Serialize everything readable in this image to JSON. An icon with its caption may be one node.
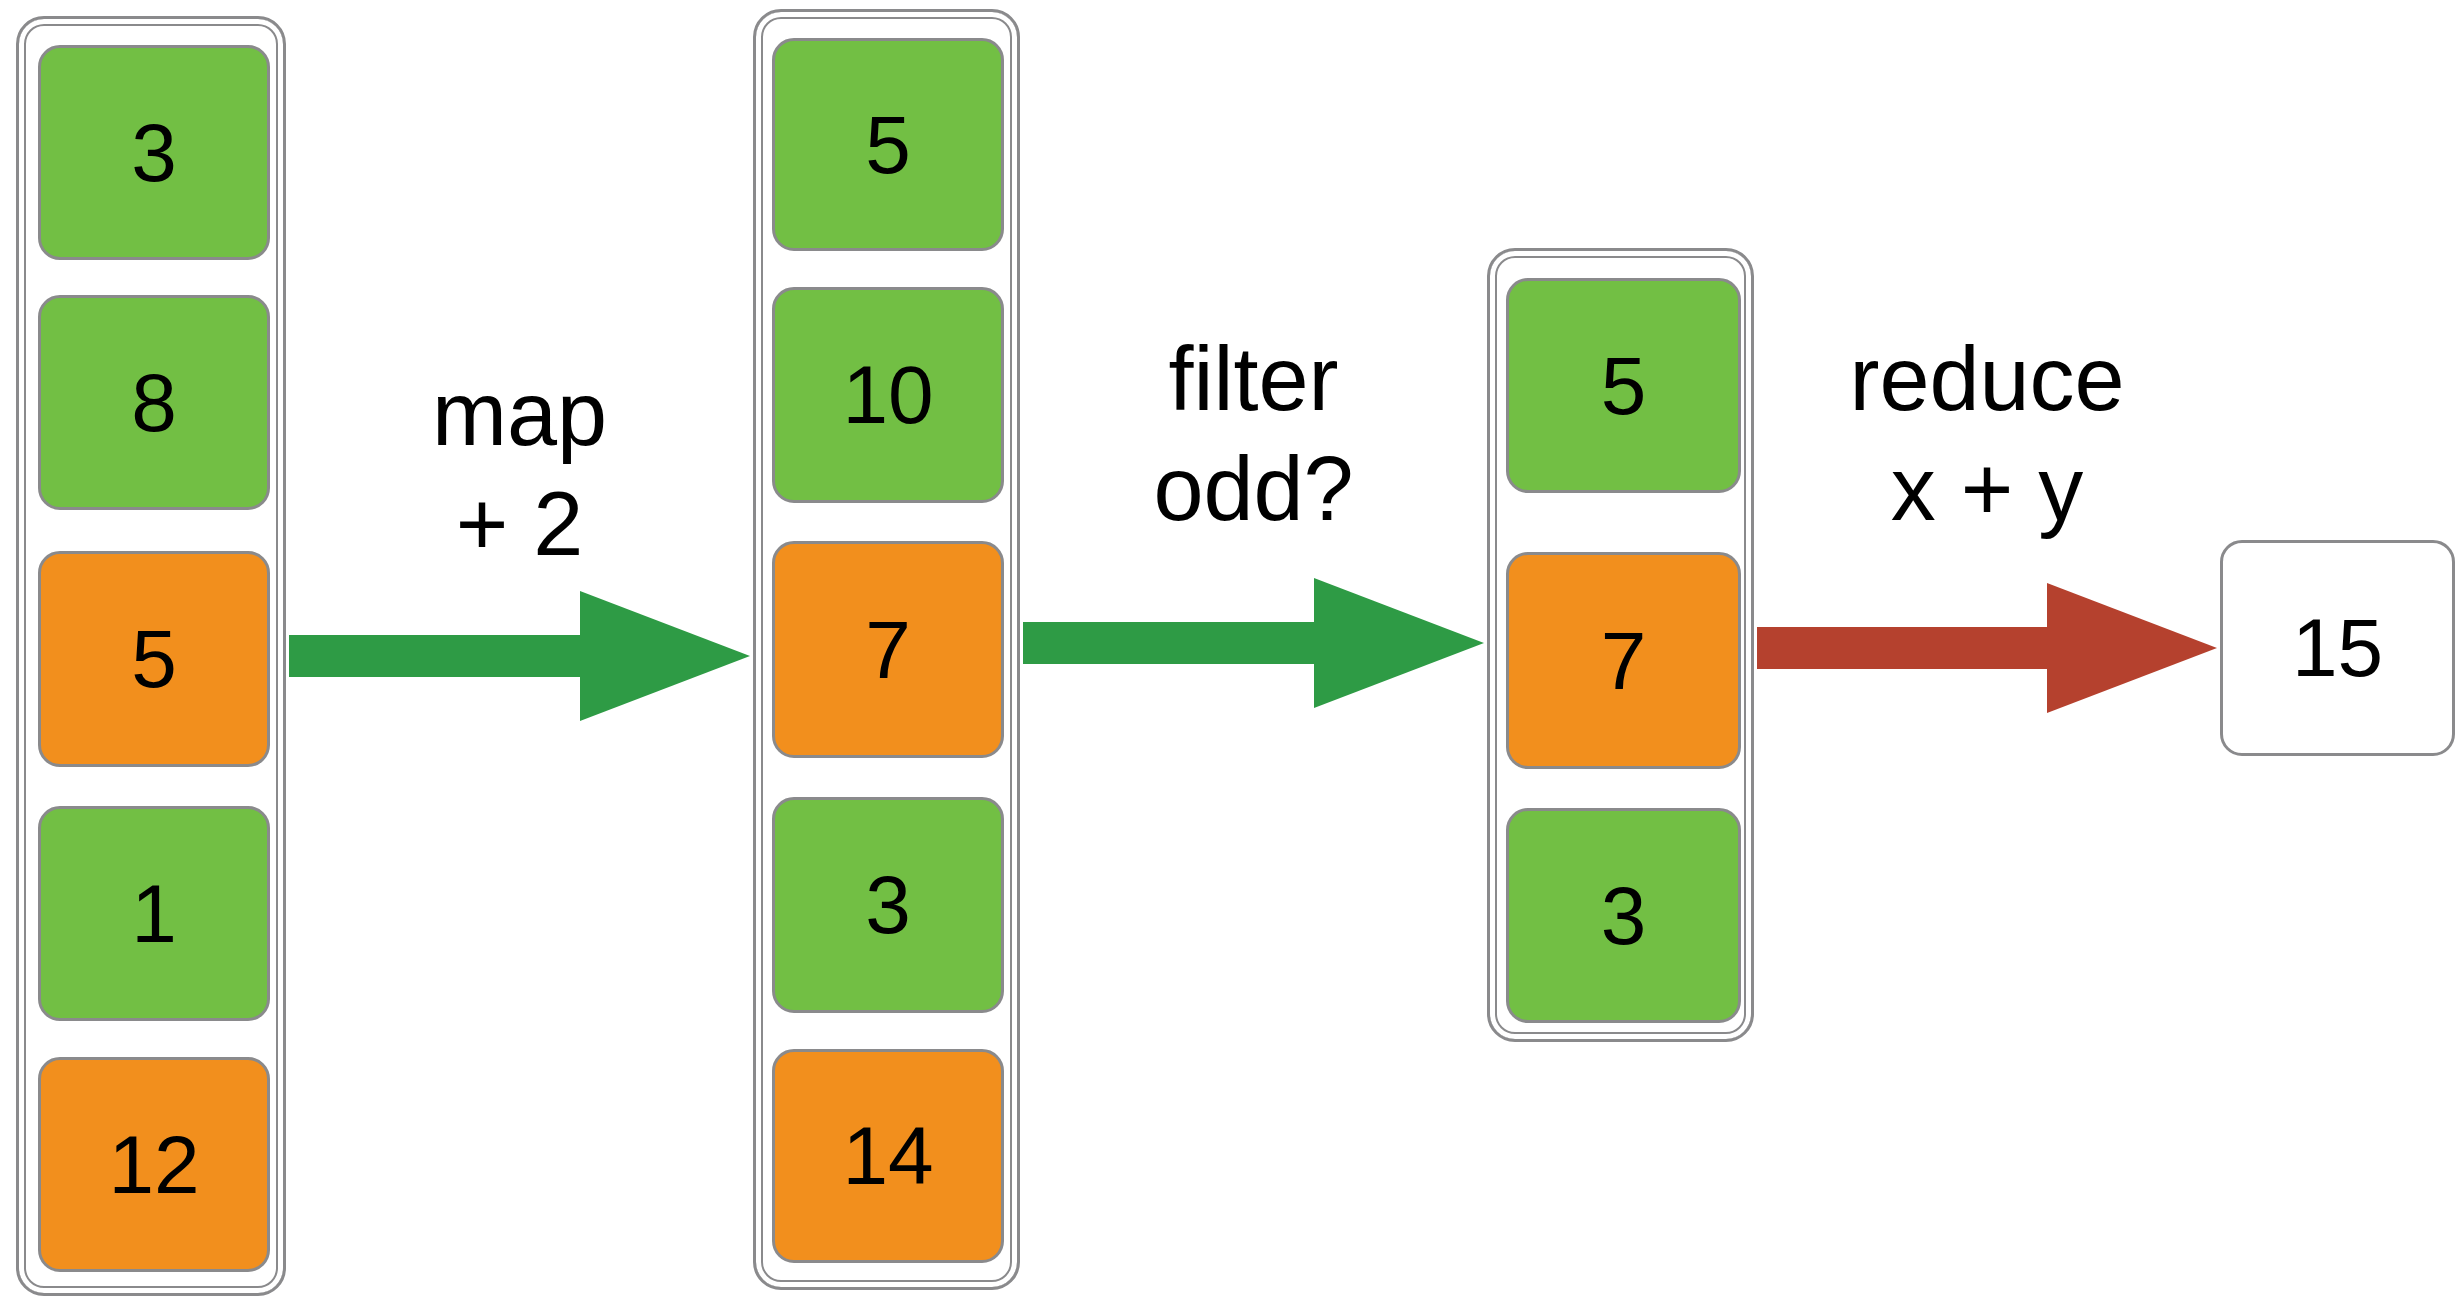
{
  "diagram": {
    "nodes": [
      {
        "text": [],
        "shape": "box"
      },
      {
        "text": [
          "3"
        ],
        "in": 0
      },
      {
        "text": [
          "8"
        ],
        "in": 0
      },
      {
        "text": [
          "5"
        ],
        "in": 0
      },
      {
        "text": [
          "1"
        ],
        "in": 0
      },
      {
        "text": [
          "12"
        ],
        "in": 0
      },
      {
        "text": [],
        "shape": "box"
      },
      {
        "text": [
          "5"
        ],
        "in": 6
      },
      {
        "text": [
          "10"
        ],
        "in": 6
      },
      {
        "text": [
          "7"
        ],
        "in": 6
      },
      {
        "text": [
          "3"
        ],
        "in": 6
      },
      {
        "text": [
          "14"
        ],
        "in": 6
      },
      {
        "text": [],
        "shape": "box"
      },
      {
        "text": [
          "5"
        ],
        "in": 12
      },
      {
        "text": [
          "7"
        ],
        "in": 12
      },
      {
        "text": [
          "3"
        ],
        "in": 12
      },
      {
        "text": [
          "15"
        ]
      }
    ],
    "edges": [
      {
        "from": 0,
        "to": 6,
        "arrow": "to",
        "label": "map + 2"
      },
      {
        "from": 6,
        "to": 12,
        "arrow": "to",
        "label": "filter odd?"
      },
      {
        "from": 12,
        "to": 16,
        "arrow": "to",
        "label": "reduce x + y",
        "color": "#b5412e"
      }
    ]
  }
}
